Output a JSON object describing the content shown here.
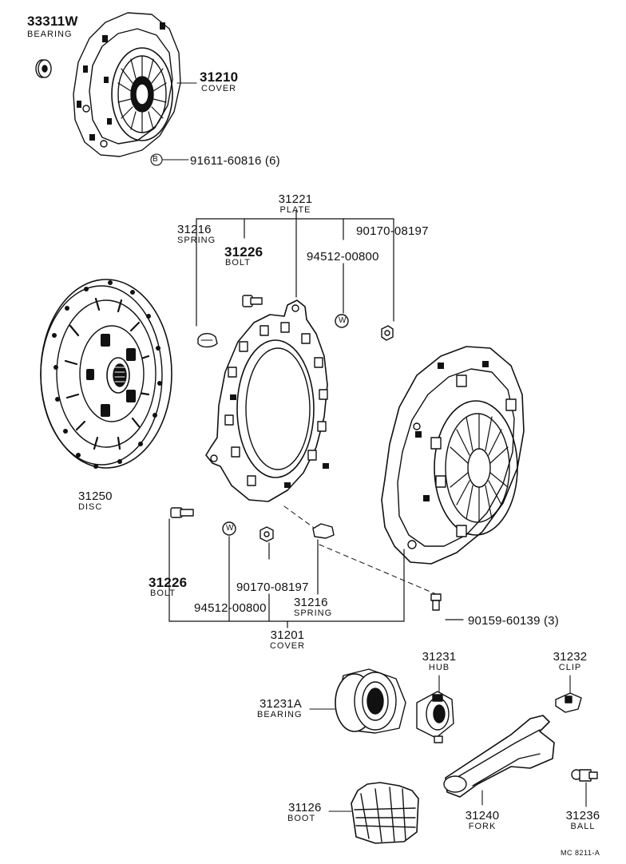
{
  "parts": {
    "bearing_top": {
      "number": "33311W",
      "name": "BEARING"
    },
    "cover_top": {
      "number": "31210",
      "name": "COVER"
    },
    "bolt_set_top": {
      "symbol": "B",
      "number": "91611-60816 (6)"
    },
    "plate": {
      "number": "31221",
      "name": "PLATE"
    },
    "spring_upper": {
      "number": "31216",
      "name": "SPRING"
    },
    "bolt_upper": {
      "number": "31226",
      "name": "BOLT"
    },
    "washer_upper": {
      "number": "94512-00800",
      "symbol": "W"
    },
    "nut_upper": {
      "number": "90170-08197"
    },
    "disc": {
      "number": "31250",
      "name": "DISC"
    },
    "bolt_lower": {
      "number": "31226",
      "name": "BOLT"
    },
    "washer_lower": {
      "number": "94512-00800",
      "symbol": "W"
    },
    "nut_lower": {
      "number": "90170-08197"
    },
    "spring_lower": {
      "number": "31216",
      "name": "SPRING"
    },
    "screw": {
      "number": "90159-60139 (3)"
    },
    "cover_assy": {
      "number": "31201",
      "name": "COVER"
    },
    "release_bearing": {
      "number": "31231A",
      "name": "BEARING"
    },
    "hub": {
      "number": "31231",
      "name": "HUB"
    },
    "clip": {
      "number": "31232",
      "name": "CLIP"
    },
    "fork": {
      "number": "31240",
      "name": "FORK"
    },
    "ball": {
      "number": "31236",
      "name": "BALL"
    },
    "boot": {
      "number": "31126",
      "name": "BOOT"
    }
  },
  "reference_code": "MC 8211-A",
  "colors": {
    "ink": "#111111",
    "paper": "#ffffff"
  }
}
